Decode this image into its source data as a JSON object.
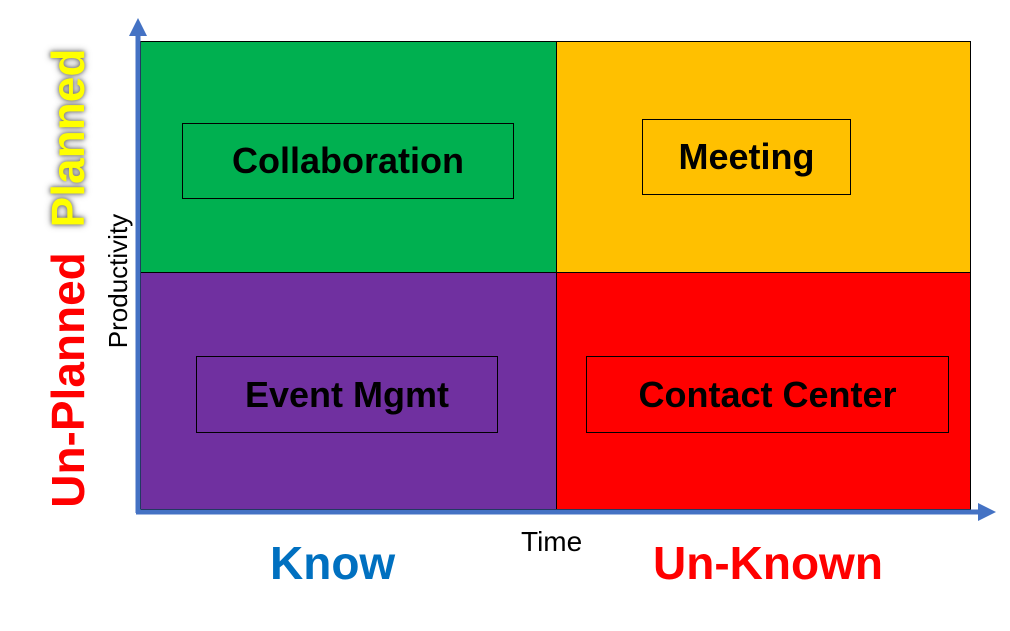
{
  "quadrants": [
    {
      "label": "Collaboration",
      "color": "#00B050"
    },
    {
      "label": "Meeting",
      "color": "#FFC000"
    },
    {
      "label": "Event Mgmt",
      "color": "#7030A0"
    },
    {
      "label": "Contact Center",
      "color": "#FF0000"
    }
  ],
  "axes": {
    "x_label": "Time",
    "y_label": "Productivity",
    "axis_color": "#4472C4",
    "x_left": {
      "text": "Know",
      "color": "#0070C0"
    },
    "x_right": {
      "text": "Un-Known",
      "color": "#FF0000"
    },
    "y_top": {
      "text": "Planned",
      "color": "#FFFF00"
    },
    "y_bottom": {
      "text": "Un-Planned",
      "color": "#FF0000"
    }
  }
}
